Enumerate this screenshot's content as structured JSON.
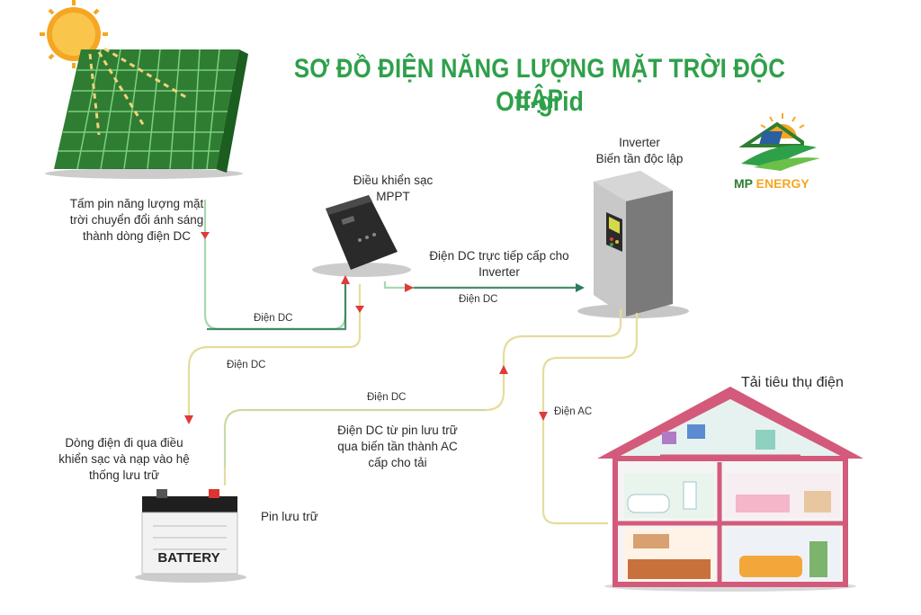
{
  "title": {
    "line1": "SƠ ĐỒ ĐIỆN NĂNG LƯỢNG MẶT TRỜI ĐỘC LẬP",
    "line2": "Off-grid"
  },
  "logo": {
    "text_mp": "MP",
    "text_energy": "ENERGY"
  },
  "nodes": {
    "panel_desc": [
      "Tấm pin năng lượng mặt",
      "trời chuyển đổi ánh sáng",
      "thành dòng điện DC"
    ],
    "controller": [
      "Điều khiển sạc",
      "MPPT"
    ],
    "inverter": [
      "Inverter",
      "Biến tần độc lập"
    ],
    "battery_label": "Pin lưu trữ",
    "battery_text": "BATTERY",
    "battery_desc": [
      "Dòng điện đi qua điều",
      "khiển sạc và nạp vào hệ",
      "thống lưu trữ"
    ],
    "load": "Tải tiêu thụ điện"
  },
  "flows": {
    "panel_to_controller": "Điện DC",
    "controller_to_battery": "Điện DC",
    "controller_to_inverter": "Điện DC",
    "controller_to_inverter_desc": [
      "Điện DC trực tiếp cấp cho",
      "Inverter"
    ],
    "battery_to_inverter": "Điện DC",
    "battery_to_inverter_desc": [
      "Điện DC từ pin lưu trữ",
      "qua biến tần thành AC",
      "cấp cho tải"
    ],
    "inverter_to_load": "Điện AC"
  },
  "colors": {
    "title_green": "#2fa04a",
    "line_green": "#a8d8b0",
    "line_yellow": "#e6dc9c",
    "arrow_red": "#e03a3a"
  }
}
